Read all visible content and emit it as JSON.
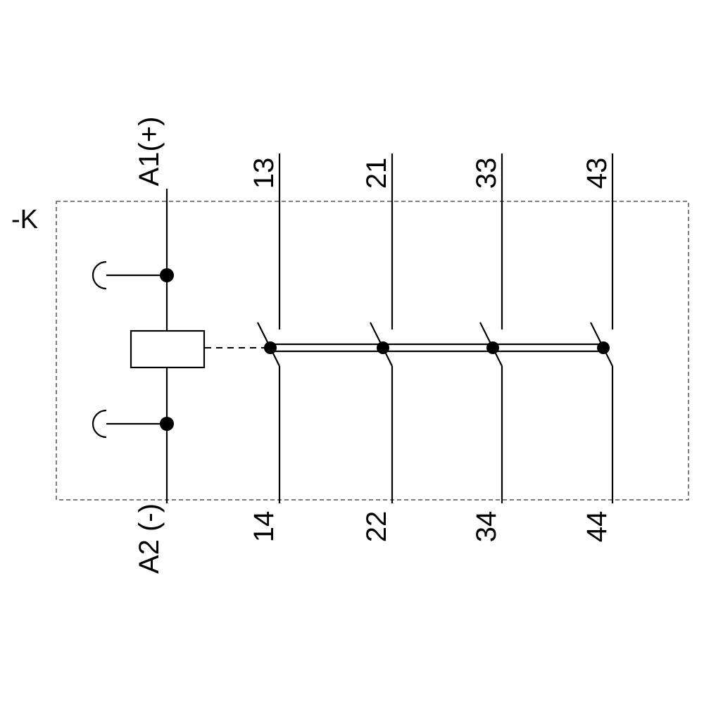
{
  "diagram": {
    "device_label": "-K",
    "coil": {
      "top_terminal_label": "A1(+)",
      "bottom_terminal_label": "A2 (-)"
    },
    "contacts": [
      {
        "top_label": "13",
        "bottom_label": "14"
      },
      {
        "top_label": "21",
        "bottom_label": "22"
      },
      {
        "top_label": "33",
        "bottom_label": "34"
      },
      {
        "top_label": "43",
        "bottom_label": "44"
      }
    ],
    "colors": {
      "line": "#000000",
      "background": "#ffffff",
      "boundary_dash": "#555555"
    }
  }
}
